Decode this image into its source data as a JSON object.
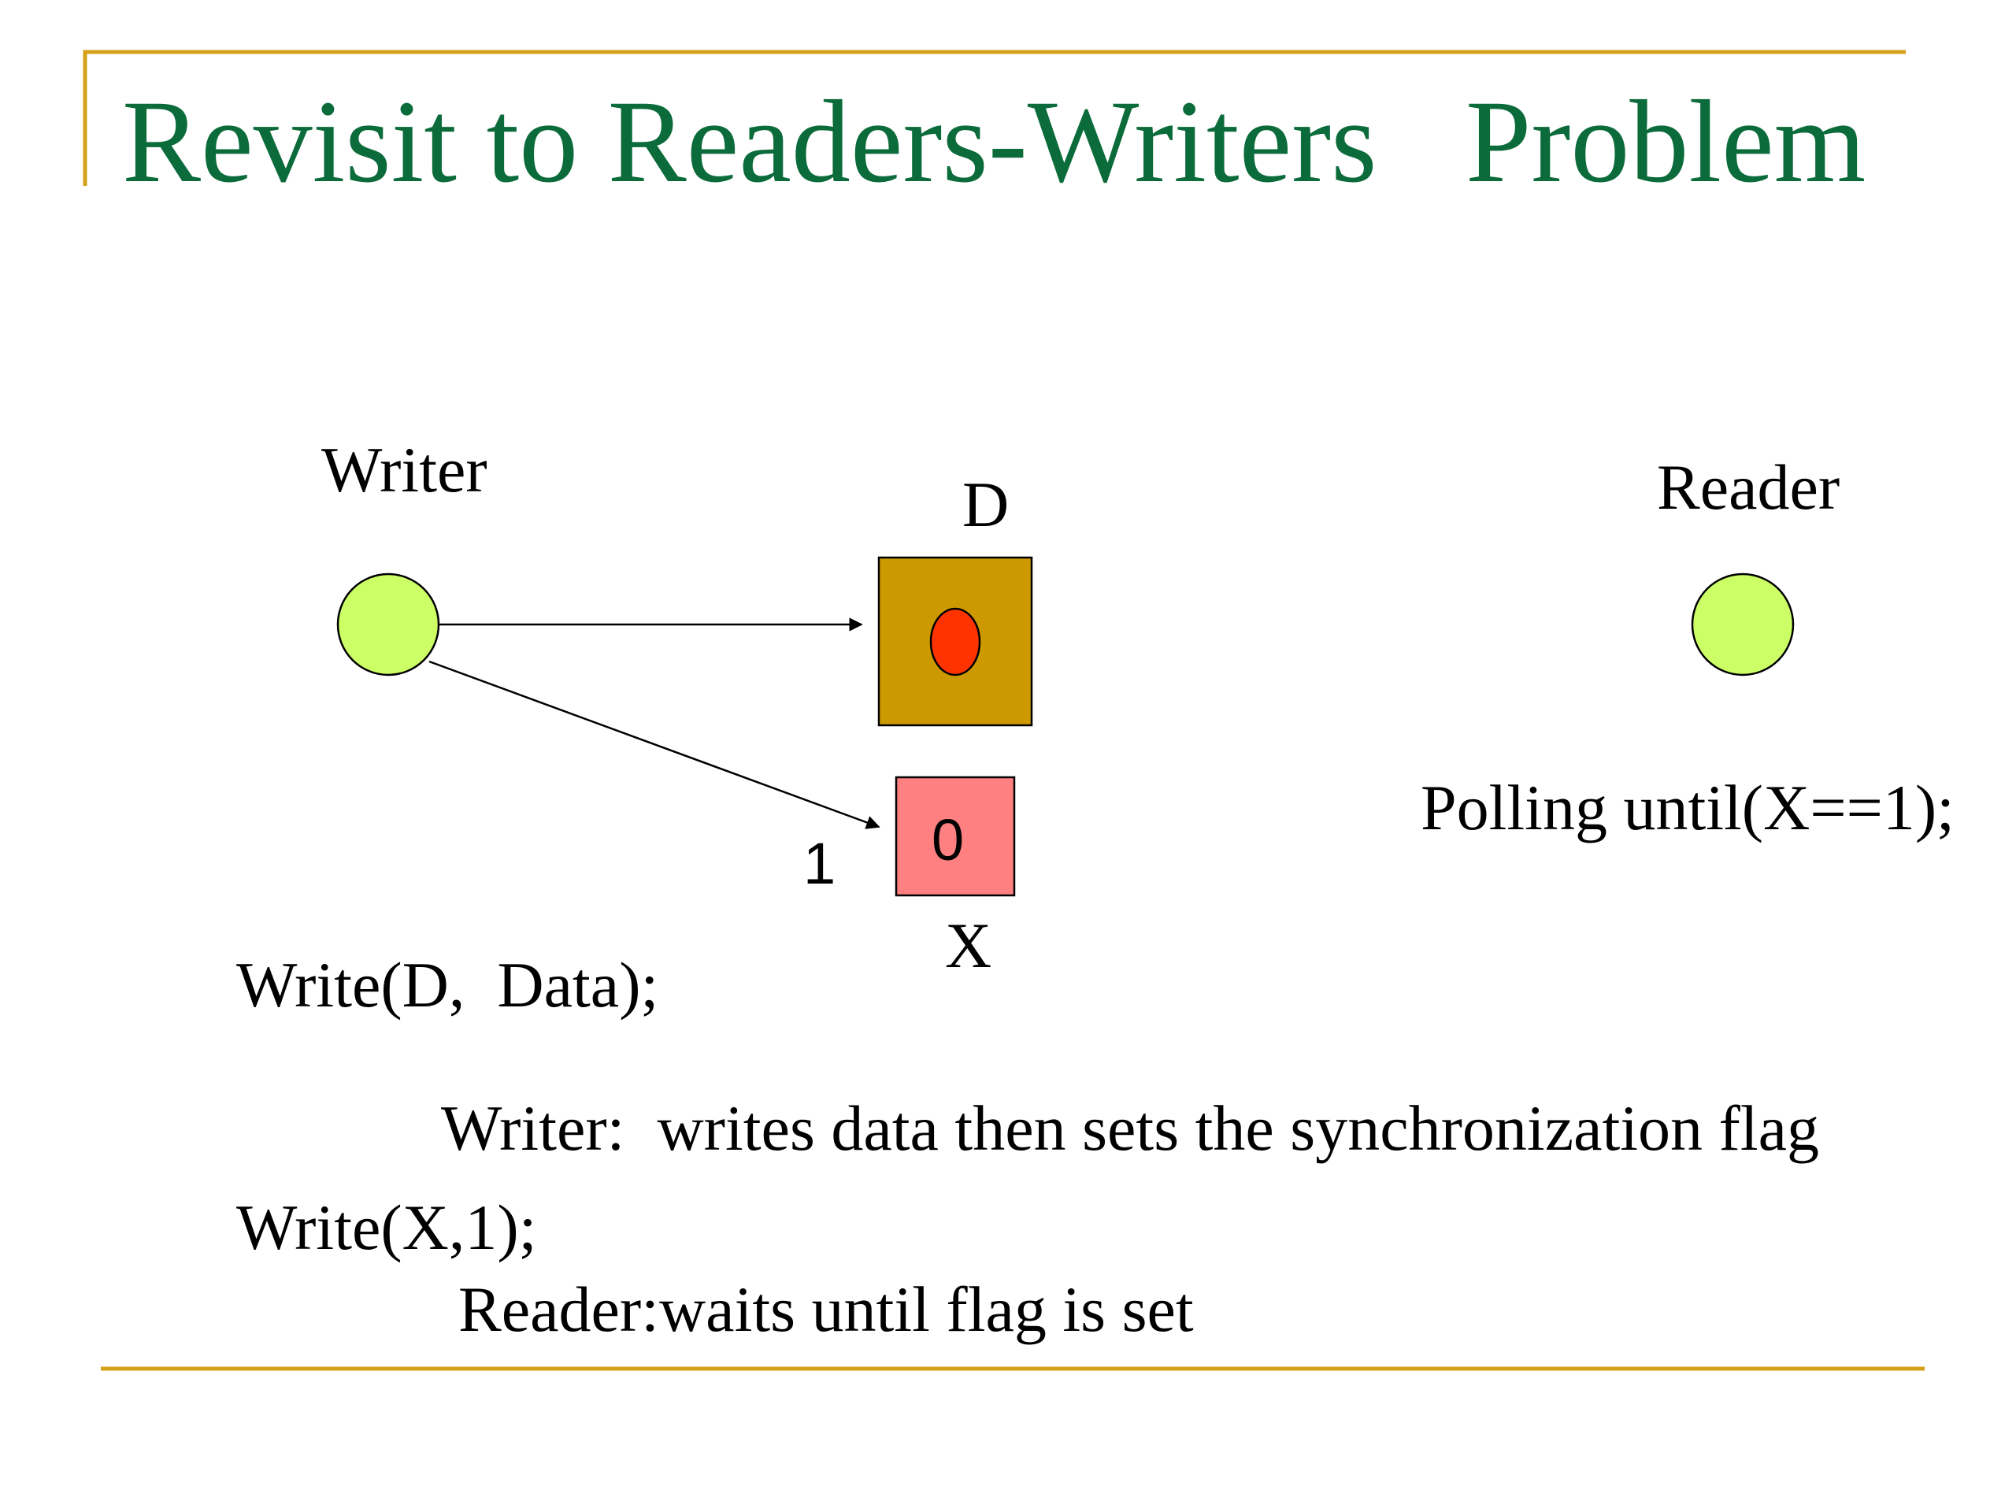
{
  "title": "Revisit to Readers-Writers   Problem",
  "colors": {
    "title": "#0b6b3a",
    "rule": "#d4a017",
    "node_fill": "#ccff66",
    "data_box": "#cc9900",
    "data_dot": "#ff3300",
    "flag_box": "#ff8080"
  },
  "diagram": {
    "writer_label": "Writer",
    "reader_label": "Reader",
    "d_label": "D",
    "x_label": "X",
    "flag_value": "0",
    "arrow_value": "1",
    "writer_code": [
      "Write(D,  Data);",
      "Write(X,1);"
    ],
    "reader_code": "Polling until(X==1);"
  },
  "notes": {
    "writer": "Writer:  writes data then sets the synchronization flag",
    "reader": "Reader:waits until flag is set"
  }
}
